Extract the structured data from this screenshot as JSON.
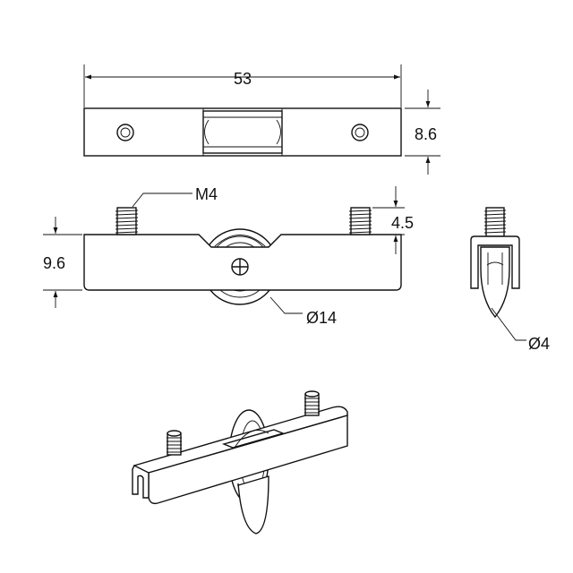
{
  "dimensions": {
    "length": "53",
    "width": "8.6",
    "thread": "M4",
    "stud_height": "4.5",
    "body_height": "9.6",
    "wheel_diameter": "Ø14",
    "groove_diameter": "Ø4"
  },
  "colors": {
    "line": "#111111",
    "background": "#ffffff",
    "wheel_shade": "#e6e6e6"
  }
}
